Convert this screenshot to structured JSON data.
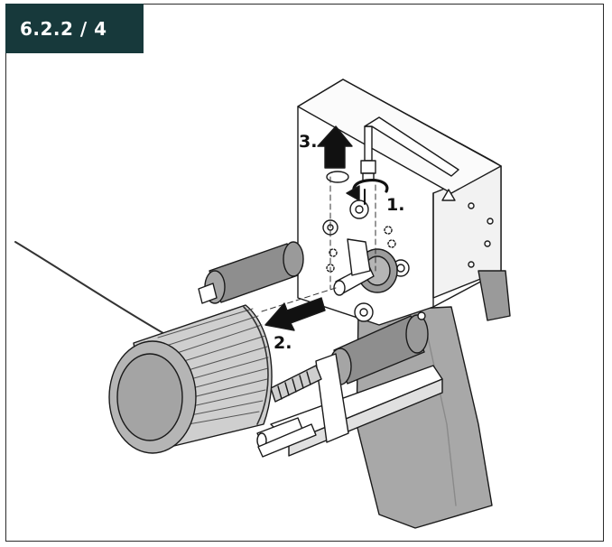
{
  "badge": {
    "label": "6.2.2 / 4"
  },
  "steps": {
    "one": "1.",
    "two": "2.",
    "three": "3."
  },
  "colors": {
    "badge_bg": "#17393b",
    "part_grey": "#a5a5a5",
    "dark_grey": "#7d7d7d",
    "line": "#1a1a1a"
  }
}
